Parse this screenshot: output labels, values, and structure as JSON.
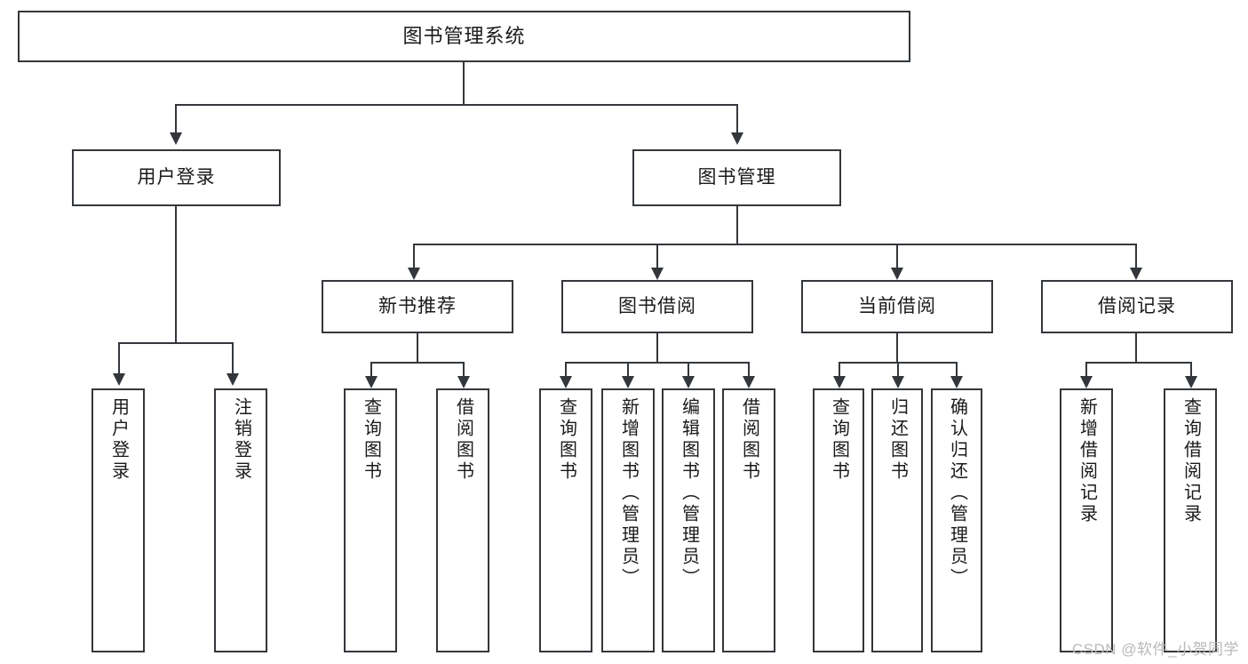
{
  "diagram": {
    "title": "图书管理系统",
    "root": {
      "label": "图书管理系统"
    },
    "level2": [
      {
        "label": "用户登录"
      },
      {
        "label": "图书管理"
      }
    ],
    "level3": [
      {
        "label": "新书推荐"
      },
      {
        "label": "图书借阅"
      },
      {
        "label": "当前借阅"
      },
      {
        "label": "借阅记录"
      }
    ],
    "leaves": {
      "user_login": [
        {
          "label": "用户登录"
        },
        {
          "label": "注销登录"
        }
      ],
      "new_book_recommend": [
        {
          "label": "查询图书"
        },
        {
          "label": "借阅图书"
        }
      ],
      "book_borrow": [
        {
          "label": "查询图书"
        },
        {
          "label": "新增图书（管理员）"
        },
        {
          "label": "编辑图书（管理员）"
        },
        {
          "label": "借阅图书"
        }
      ],
      "current_borrow": [
        {
          "label": "查询图书"
        },
        {
          "label": "归还图书"
        },
        {
          "label": "确认归还（管理员）"
        }
      ],
      "borrow_record": [
        {
          "label": "新增借阅记录"
        },
        {
          "label": "查询借阅记录"
        }
      ]
    }
  },
  "watermark": {
    "text": "CSDN @软件_小贺同学"
  },
  "colors": {
    "stroke": "#33373b",
    "text": "#1a1a1a",
    "background": "#ffffff",
    "watermark": "#b9b9b9"
  }
}
